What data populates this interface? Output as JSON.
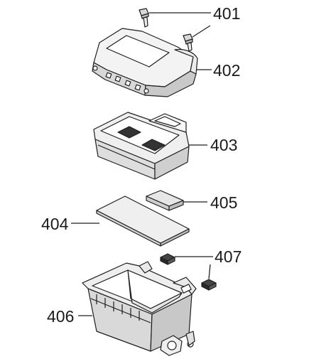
{
  "diagram": {
    "labels": {
      "p401": "401",
      "p402": "402",
      "p403": "403",
      "p404": "404",
      "p405": "405",
      "p406": "406",
      "p407": "407"
    },
    "colors": {
      "line": "#1e1e1e",
      "fill_light": "#f2f2f2",
      "fill_mid": "#dadada",
      "fill_dark": "#333333"
    }
  }
}
